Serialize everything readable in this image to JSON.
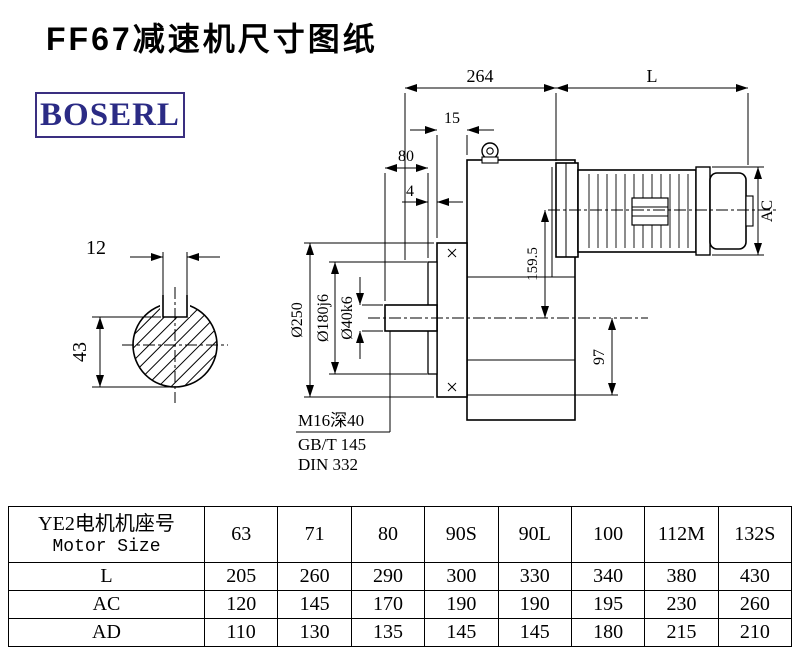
{
  "colors": {
    "brand_blue": "#2b2b85",
    "logo_border": "#3a2f80",
    "ink": "#000000",
    "background": "#ffffff"
  },
  "page": {
    "title": "FF67减速机尺寸图纸",
    "logo_text": "BOSERL"
  },
  "drawing": {
    "dims": {
      "housing_length": "264",
      "motor_length": "L",
      "flange_offset": "15",
      "shaft_length": "80",
      "gap": "4",
      "flange_diameter": "Ø250",
      "spigot_diameter": "Ø180j6",
      "shaft_diameter": "Ø40k6",
      "axis_height": "159.5",
      "foot_height": "97",
      "motor_diameter": "AC",
      "keyway_width": "12",
      "shaft_key_height": "43"
    },
    "notes": {
      "tap_hole": "M16深40",
      "standard_1": "GB/T 145",
      "standard_2": "DIN 332"
    }
  },
  "table": {
    "header": {
      "line1": "YE2电机机座号",
      "line2": "Motor Size"
    },
    "motor_sizes": [
      "63",
      "71",
      "80",
      "90S",
      "90L",
      "100",
      "112M",
      "132S"
    ],
    "rows": [
      {
        "label": "L",
        "values": [
          "205",
          "260",
          "290",
          "300",
          "330",
          "340",
          "380",
          "430"
        ]
      },
      {
        "label": "AC",
        "values": [
          "120",
          "145",
          "170",
          "190",
          "190",
          "195",
          "230",
          "260"
        ]
      },
      {
        "label": "AD",
        "values": [
          "110",
          "130",
          "135",
          "145",
          "145",
          "180",
          "215",
          "210"
        ]
      }
    ]
  }
}
